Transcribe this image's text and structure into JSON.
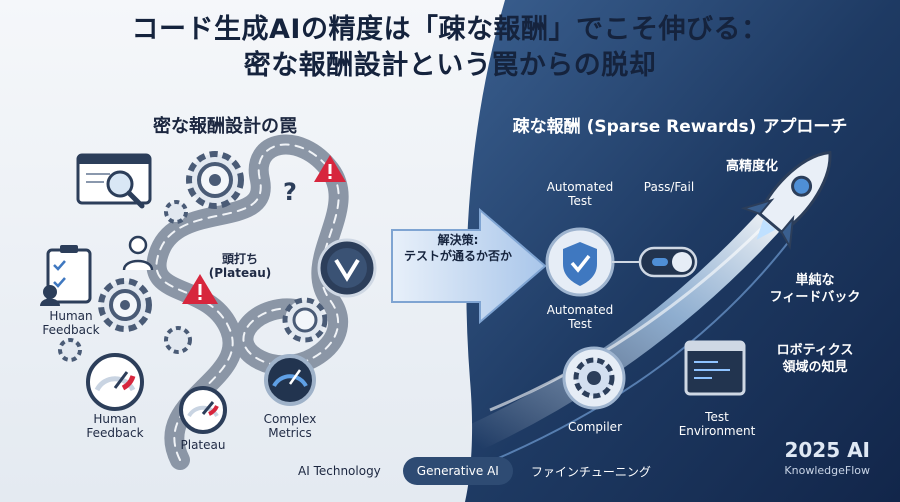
{
  "title": {
    "line1": "コード生成AIの精度は「疎な報酬」でこそ伸びる：",
    "line2": "密な報酬設計という罠からの脱却"
  },
  "left_panel": {
    "heading": "密な報酬設計の罠",
    "plateau_label_1": "頭打ち",
    "plateau_label_2": "(Plateau)",
    "human_feedback_1": "Human",
    "human_feedback_2": "Feedback",
    "human_feedback_b1": "Human",
    "human_feedback_b2": "Feedback",
    "plateau_bottom": "Plateau",
    "complex_1": "Complex",
    "complex_2": "Metrics"
  },
  "center_arrow": {
    "line1": "解決策:",
    "line2": "テストが通るか否か"
  },
  "right_panel": {
    "heading": "疎な報酬 (Sparse Rewards) アプローチ",
    "automated_test_top_1": "Automated",
    "automated_test_top_2": "Test",
    "pass_fail": "Pass/Fail",
    "high_accuracy": "高精度化",
    "automated_test_bottom_1": "Automated",
    "automated_test_bottom_2": "Test",
    "simple_feedback_1": "単純な",
    "simple_feedback_2": "フィードバック",
    "robotics_1": "ロボティクス",
    "robotics_2": "領域の知見",
    "compiler": "Compiler",
    "test_env_1": "Test",
    "test_env_2": "Environment"
  },
  "footer": {
    "tag1": "AI Technology",
    "tag2": "Generative AI",
    "tag3": "ファインチューニング",
    "brand_year": "2025 AI",
    "brand_name": "KnowledgeFlow"
  },
  "colors": {
    "dark_navy": "#15233d",
    "right_bg": "#1d3557",
    "accent_blue": "#4f8fd6",
    "warning_red": "#d7263d",
    "tag_dark": "#2e4b73"
  }
}
